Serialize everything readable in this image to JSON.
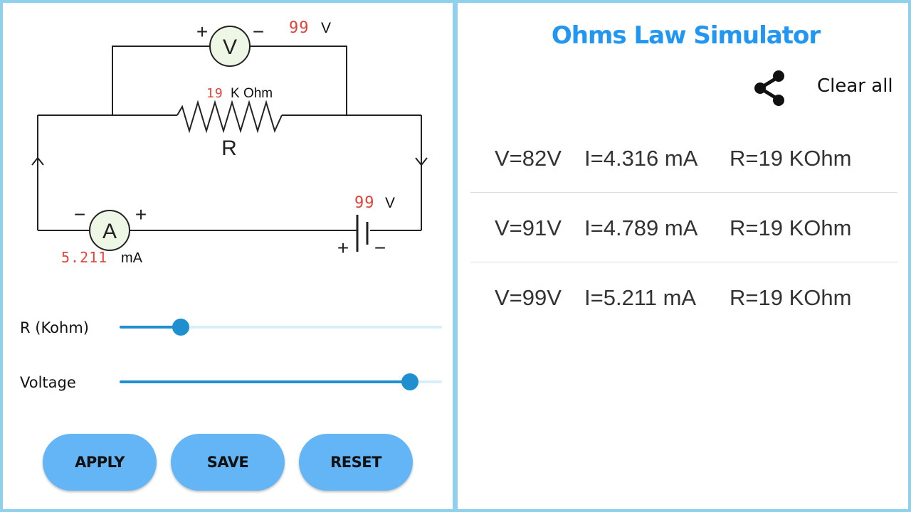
{
  "circuit": {
    "voltmeter_value": "99",
    "voltmeter_unit": "V",
    "voltmeter_symbol": "V",
    "resistance_value": "19",
    "resistance_unit": "K Ohm",
    "resistor_symbol": "R",
    "battery_value": "99",
    "battery_unit": "V",
    "ammeter_value": "5.211",
    "ammeter_unit": "mA",
    "ammeter_symbol": "A",
    "plus_sign": "+",
    "minus_sign": "−"
  },
  "controls": {
    "resistance_label": "R (Kohm)",
    "resistance_level": 0.19,
    "voltage_label": "Voltage",
    "voltage_level": 0.9
  },
  "buttons": {
    "apply": "APPLY",
    "save": "SAVE",
    "reset": "RESET"
  },
  "header": {
    "title": "Ohms Law Simulator",
    "clear_all": "Clear all",
    "share_icon": "share-icon"
  },
  "records": [
    {
      "v": "V=82V",
      "i": "I=4.316 mA",
      "r": "R=19 KOhm"
    },
    {
      "v": "V=91V",
      "i": "I=4.789 mA",
      "r": "R=19 KOhm"
    },
    {
      "v": "V=99V",
      "i": "I=5.211 mA",
      "r": "R=19 KOhm"
    }
  ],
  "colors": {
    "accent": "#2196f3",
    "button": "#64b5f6",
    "slider": "#1f8fd0",
    "readout": "#e0443a",
    "border": "#8fd0ea"
  }
}
